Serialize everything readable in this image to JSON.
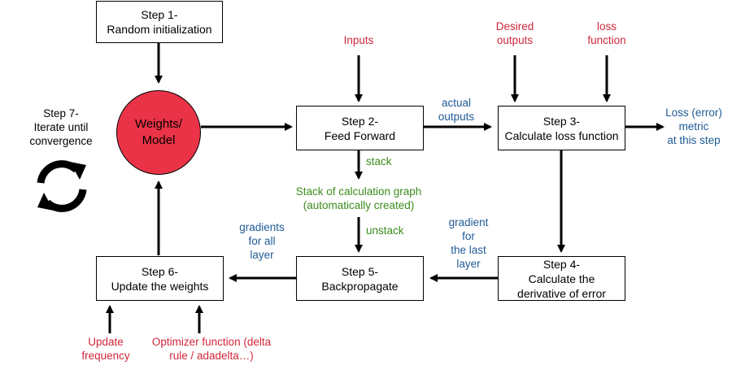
{
  "step1": {
    "line1": "Step 1-",
    "line2": "Random initialization"
  },
  "model": {
    "line1": "Weights/",
    "line2": "Model"
  },
  "step2": {
    "line1": "Step 2-",
    "line2": "Feed Forward"
  },
  "step3": {
    "line1": "Step 3-",
    "line2": "Calculate loss function"
  },
  "step4": {
    "line1": "Step 4-",
    "line2": "Calculate the",
    "line3": "derivative of error"
  },
  "step5": {
    "line1": "Step 5-",
    "line2": "Backpropagate"
  },
  "step6": {
    "line1": "Step 6-",
    "line2": "Update the weights"
  },
  "step7": {
    "line1": "Step 7-",
    "line2": "Iterate until",
    "line3": "convergence",
    "icon": "cycle-arrows-icon"
  },
  "labels": {
    "inputs": "Inputs",
    "desired_outputs": {
      "line1": "Desired",
      "line2": "outputs"
    },
    "loss_function": {
      "line1": "loss",
      "line2": "function"
    },
    "actual_outputs": {
      "line1": "actual",
      "line2": "outputs"
    },
    "loss_metric": {
      "line1": "Loss (error)",
      "line2": "metric",
      "line3": "at this step"
    },
    "stack": "stack",
    "stack_graph": {
      "line1": "Stack of calculation graph",
      "line2": "(automatically created)"
    },
    "unstack": "unstack",
    "gradient_last": {
      "line1": "gradient",
      "line2": "for",
      "line3": "the last",
      "line4": "layer"
    },
    "gradients_all": {
      "line1": "gradients",
      "line2": "for all",
      "line3": "layer"
    },
    "update_frequency": {
      "line1": "Update",
      "line2": "frequency"
    },
    "optimizer": {
      "line1": "Optimizer function (delta",
      "line2": "rule / adadelta…)"
    }
  },
  "colors": {
    "circle": "#ea3347",
    "red_label": "#d0273a",
    "blue_label": "#1f5a96",
    "green_label": "#3c8c1c"
  }
}
